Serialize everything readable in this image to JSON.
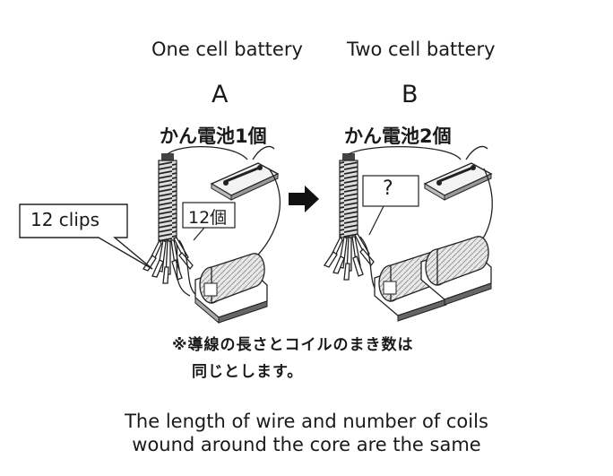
{
  "labels": {
    "left_header": "One cell battery",
    "right_header": "Two cell battery",
    "left_letter": "A",
    "right_letter": "B",
    "left_jp": "かん電池1個",
    "right_jp": "かん電池2個",
    "callout_clips": "12 clips",
    "left_count": "12個",
    "right_count": "?"
  },
  "note": {
    "jp_line1": "※導線の長さとコイルのまき数は",
    "jp_line2": "同じとします。",
    "en_line1": "The length of wire and number of coils",
    "en_line2": "wound around the core are the same"
  }
}
